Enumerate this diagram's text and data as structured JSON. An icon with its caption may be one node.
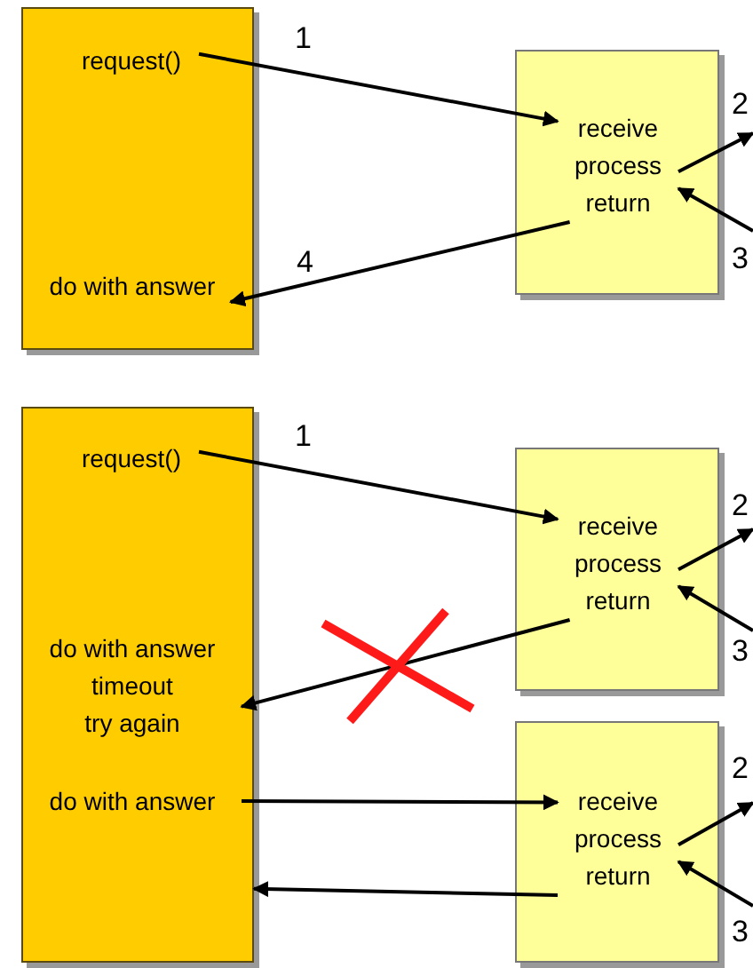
{
  "diagram": {
    "nodes": [
      {
        "text": [],
        "shape": "box"
      },
      {
        "text": [
          "request()"
        ],
        "in": 0
      },
      {
        "text": [
          "do with answer"
        ],
        "in": 0
      },
      {
        "text": [],
        "shape": "box"
      },
      {
        "text": [
          "receive process return"
        ],
        "in": 3
      },
      {
        "text": [],
        "shape": "box"
      },
      {
        "text": [
          "request()"
        ],
        "in": 5
      },
      {
        "text": [
          "do with answer",
          "timeout",
          "try again"
        ],
        "in": 5
      },
      {
        "text": [
          "do with answer"
        ],
        "in": 5
      },
      {
        "text": [],
        "shape": "box"
      },
      {
        "text": [
          "receive process return"
        ],
        "in": 9
      },
      {
        "text": [],
        "shape": "box"
      },
      {
        "text": [
          "receive process return"
        ],
        "in": 11
      }
    ],
    "edges": [
      {
        "from": 1,
        "to": 4,
        "arrow": "to",
        "label": "1"
      },
      {
        "from": 4,
        "to": 2,
        "arrow": "to",
        "label": "4"
      },
      {
        "from": 4,
        "to": null,
        "arrow": "to",
        "label": "2"
      },
      {
        "from": null,
        "to": 4,
        "arrow": "to",
        "label": "3"
      },
      {
        "from": 6,
        "to": 10,
        "arrow": "to",
        "label": "1"
      },
      {
        "from": 10,
        "to": 7,
        "arrow": "to"
      },
      {
        "from": 10,
        "to": null,
        "arrow": "to",
        "label": "2"
      },
      {
        "from": null,
        "to": 10,
        "arrow": "to",
        "label": "3"
      },
      {
        "from": 8,
        "to": 12,
        "arrow": "to"
      },
      {
        "from": 12,
        "to": 5,
        "arrow": "to"
      },
      {
        "from": 12,
        "to": null,
        "arrow": "to",
        "label": "2"
      },
      {
        "from": null,
        "to": 12,
        "arrow": "to",
        "label": "3"
      }
    ]
  }
}
